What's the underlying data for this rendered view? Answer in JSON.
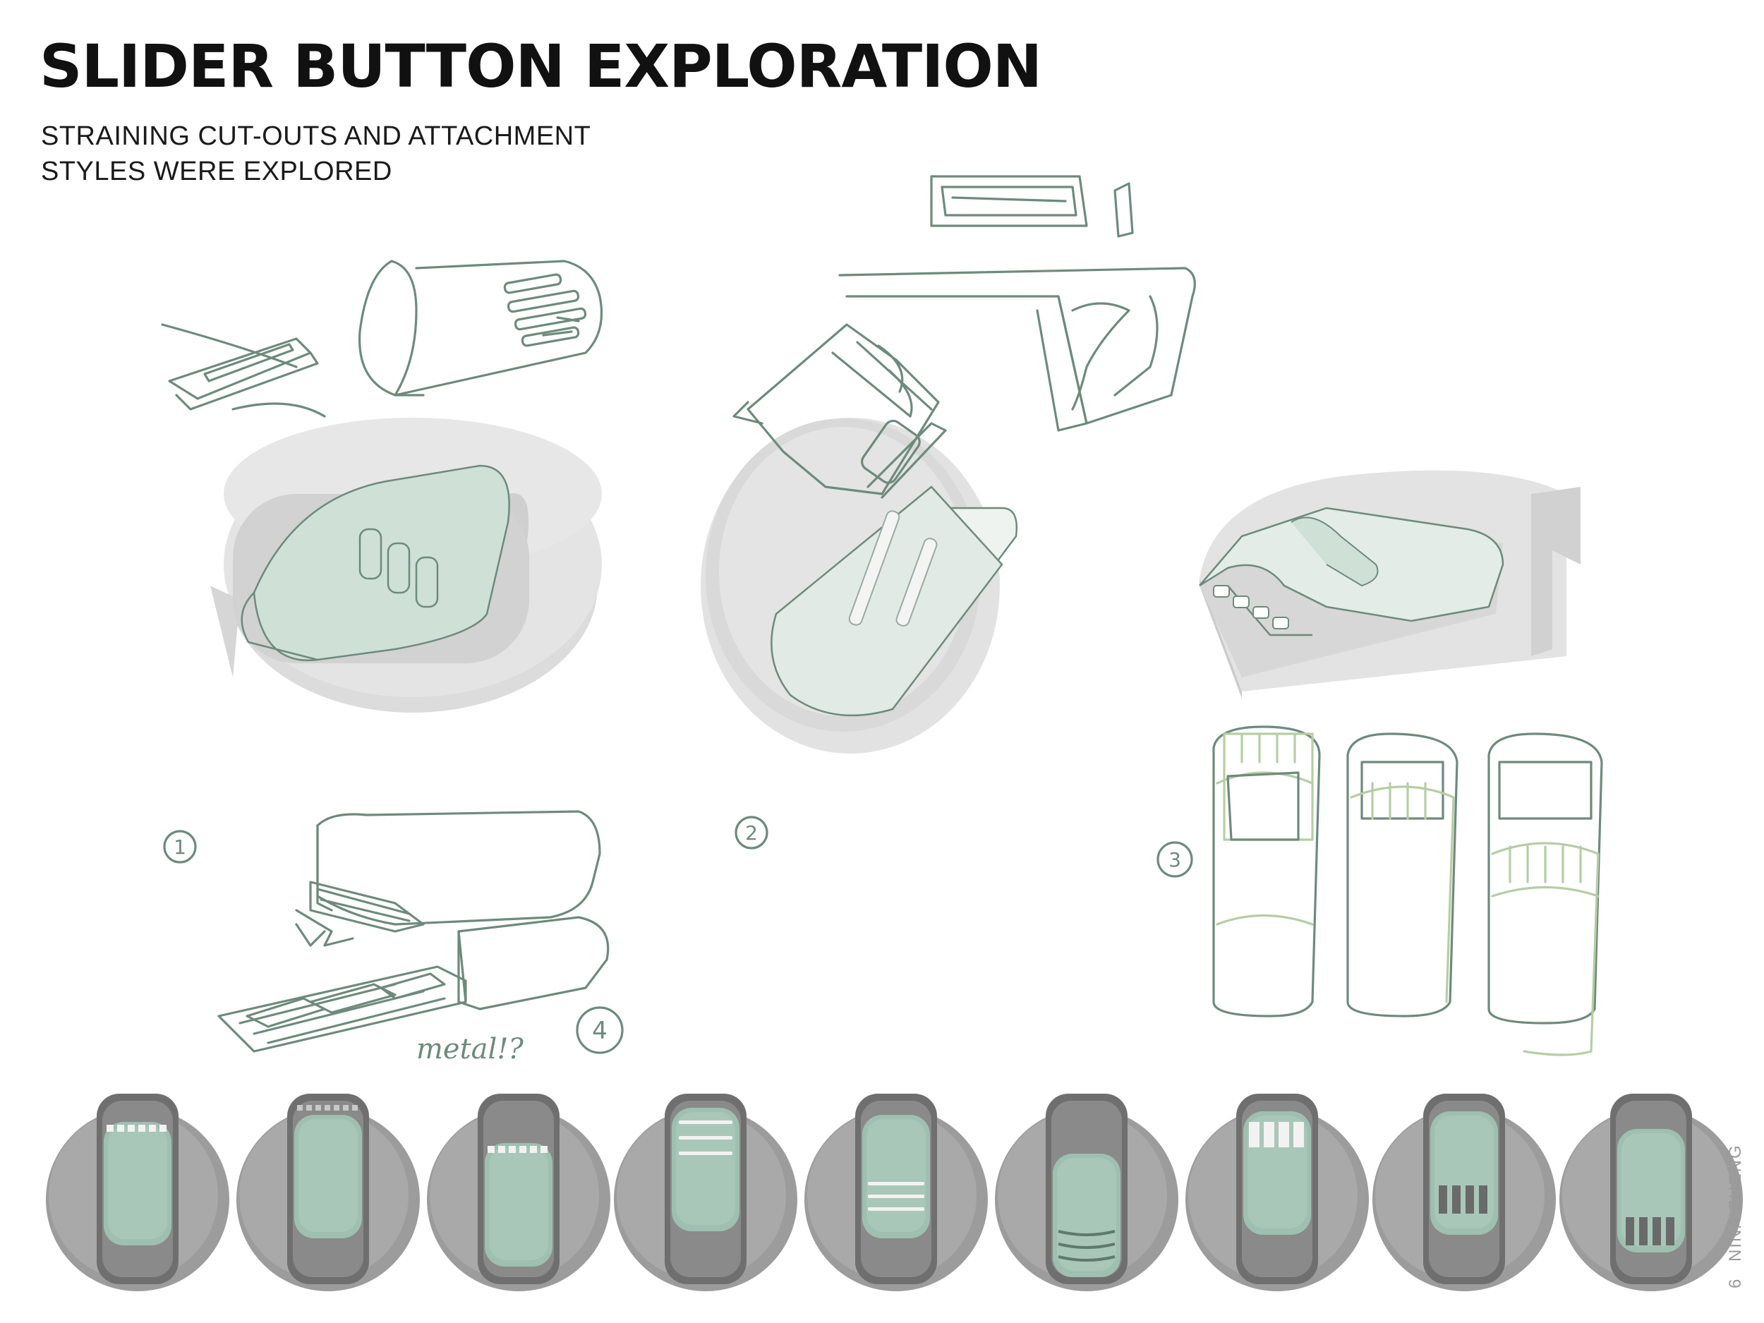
{
  "header": {
    "title": "SLIDER BUTTON EXPLORATION",
    "subtitle_line1": "STRAINING CUT-OUTS AND ATTACHMENT",
    "subtitle_line2": "STYLES WERE EXPLORED"
  },
  "sketch_labels": {
    "one": "1",
    "two": "2",
    "three": "3",
    "four": "4",
    "note": "metal!?"
  },
  "footer": {
    "page_number": "6",
    "author": "NINA ZHENG"
  },
  "colors": {
    "sketch_line": "#6e8a7c",
    "sketch_accent": "#b7cda5",
    "slider_fill": "#9fbfb0",
    "lid_gray": "#dedede",
    "thumb_gray": "#9c9c9c"
  },
  "variants": [
    {
      "id": "top-cutouts-dashed"
    },
    {
      "id": "solid-slider"
    },
    {
      "id": "mid-cutouts-dashed"
    },
    {
      "id": "horizontal-slits-top"
    },
    {
      "id": "horizontal-slits-middle"
    },
    {
      "id": "curved-slits-bottom"
    },
    {
      "id": "four-windows-top"
    },
    {
      "id": "four-bars-middle"
    },
    {
      "id": "four-bars-bottom"
    }
  ]
}
